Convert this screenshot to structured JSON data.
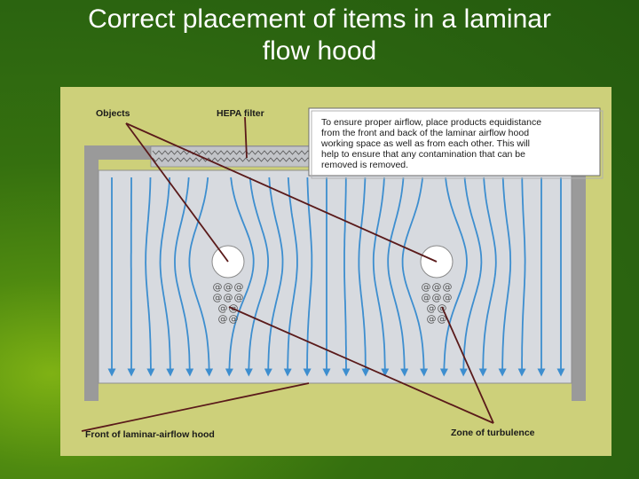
{
  "slide": {
    "title_lines": [
      "Correct placement of items in a laminar",
      "flow hood"
    ]
  },
  "diagram": {
    "labels": {
      "objects": "Objects",
      "hepa_filter": "HEPA filter",
      "front": "Front of laminar-airflow hood",
      "zone": "Zone of turbulence"
    },
    "callout_lines": [
      "To ensure proper airflow, place products equidistance",
      "from the front and back of the laminar airflow hood",
      "working space as well as from each other. This will",
      "help to ensure that any contamination that can be",
      "removed is removed."
    ],
    "colors": {
      "panel_bg": "#cdd07a",
      "hood_frame": "#9a9a9a",
      "workspace": "#d7dadf",
      "airflow": "#3d8ecf",
      "leader_lines": "#5a1a1a"
    }
  }
}
